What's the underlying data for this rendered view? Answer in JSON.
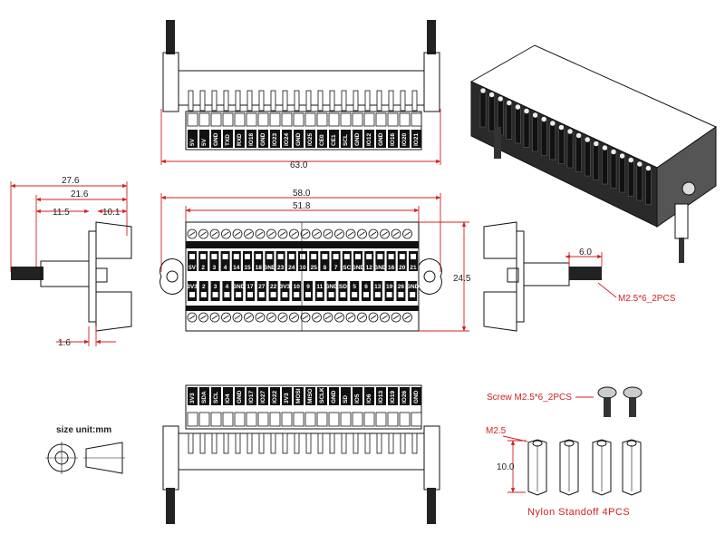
{
  "dimensions": {
    "top_width": "63.0",
    "front_outer_width": "58.0",
    "front_inner_width": "51.8",
    "front_height": "24.5",
    "side_total": "27.6",
    "side_mid": "21.6",
    "side_a": "11.5",
    "side_b": "10.1",
    "side_thick": "1.6",
    "right_len": "6.0",
    "standoff_height": "10.0"
  },
  "labels": {
    "right_screw": "M2.5*6_2PCS",
    "screw_kit": "Screw M2.5*6_2PCS",
    "standoff_thread": "M2.5",
    "standoff_caption": "Nylon  Standoff  4PCS",
    "size_unit": "size unit:mm"
  },
  "pins_top_row": [
    "5V",
    "2",
    "3",
    "4",
    "14",
    "15",
    "18",
    "GND",
    "23",
    "24",
    "10",
    "25",
    "8",
    "7",
    "SC",
    "GND",
    "12",
    "GND",
    "16",
    "20",
    "21"
  ],
  "pins_top_row2": [
    "3V3",
    "",
    "",
    "",
    "",
    "",
    "",
    "",
    "",
    "",
    "",
    "",
    "",
    "",
    "",
    "",
    "",
    "",
    "",
    "",
    ""
  ],
  "pins_bottom_row": [
    "3V3",
    "2",
    "3",
    "4",
    "GND",
    "17",
    "27",
    "22",
    "3V3",
    "10",
    "9",
    "11",
    "GND",
    "SD",
    "5",
    "6",
    "13",
    "19",
    "26",
    "GND"
  ],
  "top_view_pins": [
    "5V",
    "5V",
    "GND",
    "TXD",
    "RXD",
    "IO18",
    "GND",
    "IO23",
    "IO24",
    "GND",
    "IO25",
    "CE0",
    "CE1",
    "SCL",
    "GND",
    "IO12",
    "GND",
    "IO16",
    "IO20",
    "IO21"
  ],
  "bottom_view_pins": [
    "3V3",
    "SDA",
    "SCL",
    "IO4",
    "GND",
    "IO17",
    "IO27",
    "IO22",
    "3V3",
    "MOSI",
    "MISO",
    "SCLK",
    "GND",
    "SD",
    "IO5",
    "IO6",
    "IO13",
    "IO19",
    "IO26",
    "GND"
  ],
  "colors": {
    "dimension": "#d42020",
    "outline": "#111111",
    "block": "#1a1a1a"
  }
}
